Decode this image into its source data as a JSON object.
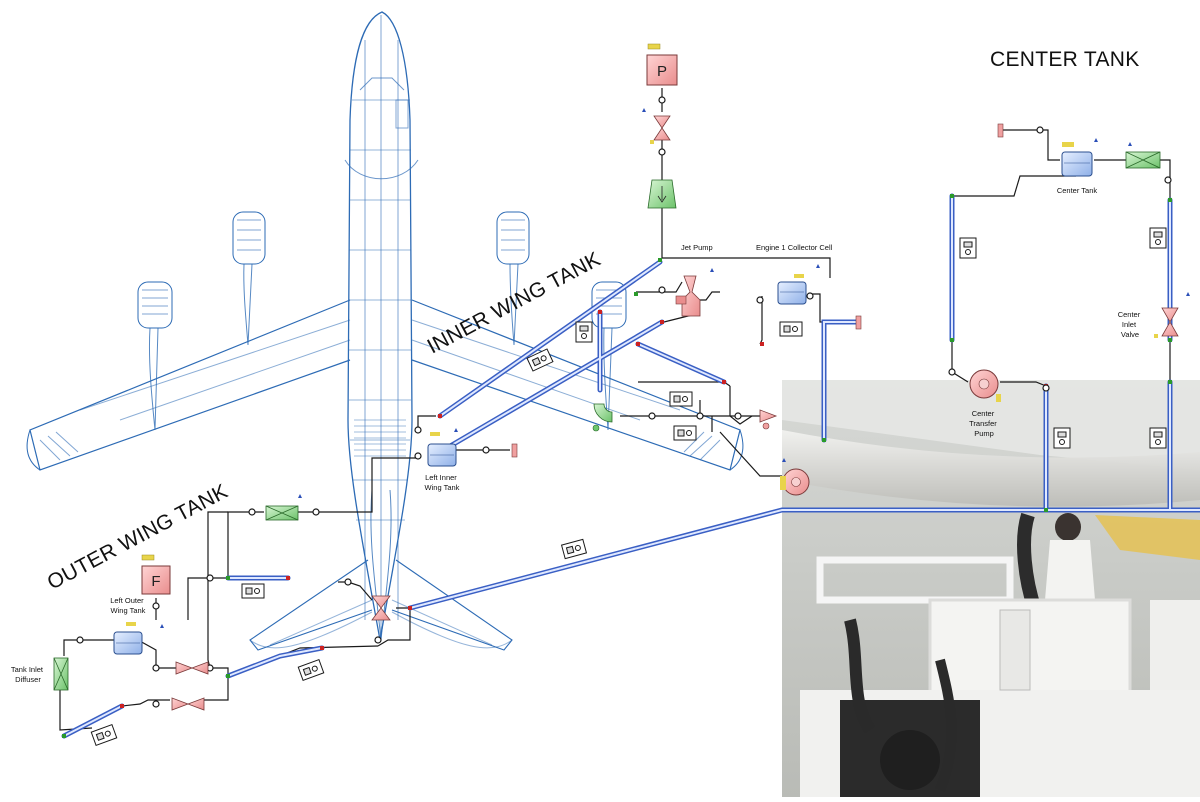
{
  "section_labels": {
    "center_tank": "CENTER TANK",
    "inner_wing_tank": "INNER WING TANK",
    "outer_wing_tank": "OUTER WING TANK"
  },
  "component_labels": {
    "jet_pump": "Jet Pump",
    "engine1_collector_cell": "Engine 1 Collector Cell",
    "center_tank": "Center Tank",
    "center_inlet_valve": [
      "Center",
      "Inlet",
      "Valve"
    ],
    "center_transfer_pump": [
      "Center",
      "Transfer",
      "Pump"
    ],
    "left_inner_wing_tank": [
      "Left Inner",
      "Wing Tank"
    ],
    "left_outer_wing_tank": [
      "Left Outer",
      "Wing Tank"
    ],
    "tank_inlet_diffuser": [
      "Tank Inlet",
      "Diffuser"
    ]
  },
  "block_letters": {
    "pressure_source": "P",
    "flow_source": "F"
  },
  "colors": {
    "pipe_blue": "#3a5fc4",
    "pipe_core": "#dfe8ff",
    "wireframe": "#2d6bb5",
    "tank_blue": "#b9cff4",
    "source_red": "#f0a0a0",
    "valve_red": "#f2b4b4",
    "filter_green": "#6ec86e",
    "port_red": "#cc2222",
    "port_green": "#2a9a2a",
    "sensor_yellow": "#e8d44a"
  }
}
